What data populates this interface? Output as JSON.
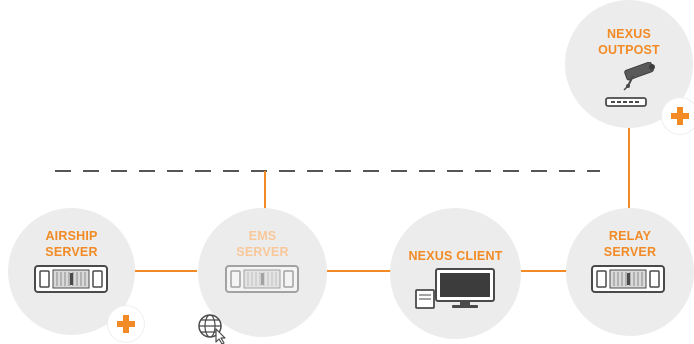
{
  "colors": {
    "accent": "#f28b26",
    "accent_faded": "#f8c89a",
    "node_bg": "#ececec",
    "line_dashed": "#555555",
    "icon_dark": "#4a4a4a"
  },
  "nodes": {
    "airship_server": {
      "line1": "AIRSHIP",
      "line2": "SERVER",
      "icon": "server-rack-icon",
      "badge": "plus-icon"
    },
    "ems_server": {
      "line1": "EMS",
      "line2": "SERVER",
      "icon": "server-rack-icon",
      "badge": "globe-cursor-icon",
      "faded": true
    },
    "nexus_client": {
      "line1": "NEXUS CLIENT",
      "icon": "computer-monitor-icon"
    },
    "relay_server": {
      "line1": "RELAY",
      "line2": "SERVER",
      "icon": "server-rack-icon"
    },
    "nexus_outpost": {
      "line1": "NEXUS",
      "line2": "OUTPOST",
      "icon": "security-camera-icon",
      "badge": "plus-icon"
    }
  }
}
